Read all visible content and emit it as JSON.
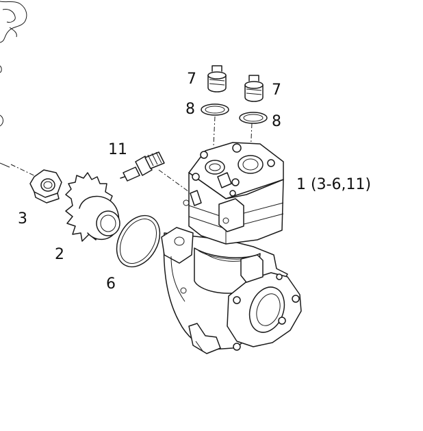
{
  "callouts": {
    "item_1": "1 (3-6,11)",
    "item_2": "2",
    "item_3": "3",
    "item_6": "6",
    "item_7_left": "7",
    "item_7_right": "7",
    "item_8_left": "8",
    "item_8_right": "8",
    "item_11": "11"
  },
  "colors": {
    "line": "#1a1a1a",
    "background": "#ffffff"
  }
}
